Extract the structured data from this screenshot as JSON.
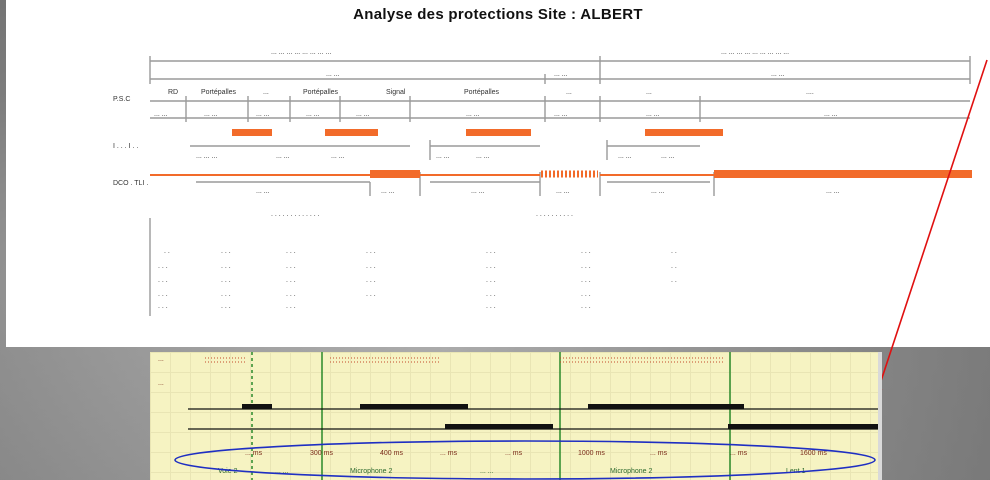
{
  "title": "Analyse des protections Site : ALBERT",
  "row_labels": {
    "row1": "P.S.C",
    "row2": "I . . . I . .",
    "row3": "DCO . TLI ."
  },
  "top_annotations": [
    {
      "text": "... ... ... ... ... ... ... ..."
    },
    {
      "text": "... ... ... ... ... ... ... ... ..."
    },
    {
      "text": "... ..."
    },
    {
      "text": "... ..."
    },
    {
      "text": "... ..."
    }
  ],
  "segment_labels": [
    "RD",
    "Portépalles",
    "...",
    "Portépalles",
    "Signal",
    "Portépalles",
    "...",
    "...",
    "...."
  ],
  "row1_values": [
    "... ...",
    "... ...",
    "... ...",
    "... ...",
    "... ...",
    "... ...",
    "... ...",
    "... ...",
    "... ..."
  ],
  "row2_values": [
    "... ... ...",
    "... ...",
    "... ...",
    "... ...",
    "... ...",
    "... ...",
    "... ..."
  ],
  "row3_values": [
    "... ...",
    "... ...",
    "... ...",
    "... ...",
    "... ...",
    "... ..."
  ],
  "legend_table": {
    "header_left": ". . . . . . . . . . . . .",
    "header_right": ". . . . . . . . . .",
    "rows": [
      [
        ". .",
        ". . .",
        ". . .",
        ". . .",
        ". . .",
        ". . .",
        ". ."
      ],
      [
        ". . .",
        ". . .",
        ". . .",
        ". . .",
        ". . .",
        ". . .",
        ". ."
      ],
      [
        ". . .",
        ". . .",
        ". . .",
        ". . .",
        ". . .",
        ". . .",
        ". ."
      ],
      [
        ". . .",
        ". . .",
        ". . .",
        ". . .",
        ". . .",
        ". . ."
      ],
      [
        ". . .",
        ". . .",
        ". . .",
        ". . .",
        ". . ."
      ]
    ]
  },
  "scope": {
    "axis_ticks": [
      "... ms",
      "300 ms",
      "400 ms",
      "... ms",
      "... ms",
      "1000 ms",
      "... ms",
      "... ms",
      "1600 ms"
    ],
    "bottom_labels": [
      "Voie 2",
      "... ...",
      "Microphone 2",
      "... ...",
      "Microphone 2",
      "Lent 1"
    ],
    "side_labels": [
      "...",
      "..."
    ]
  },
  "colors": {
    "orange": "#f26b2a",
    "gray_line": "#9a9a9a",
    "arrow_red": "#e01010",
    "ellipse_blue": "#1f2fc2",
    "scope_bg": "#f6f3c2",
    "scope_green": "#2a8a2a"
  }
}
